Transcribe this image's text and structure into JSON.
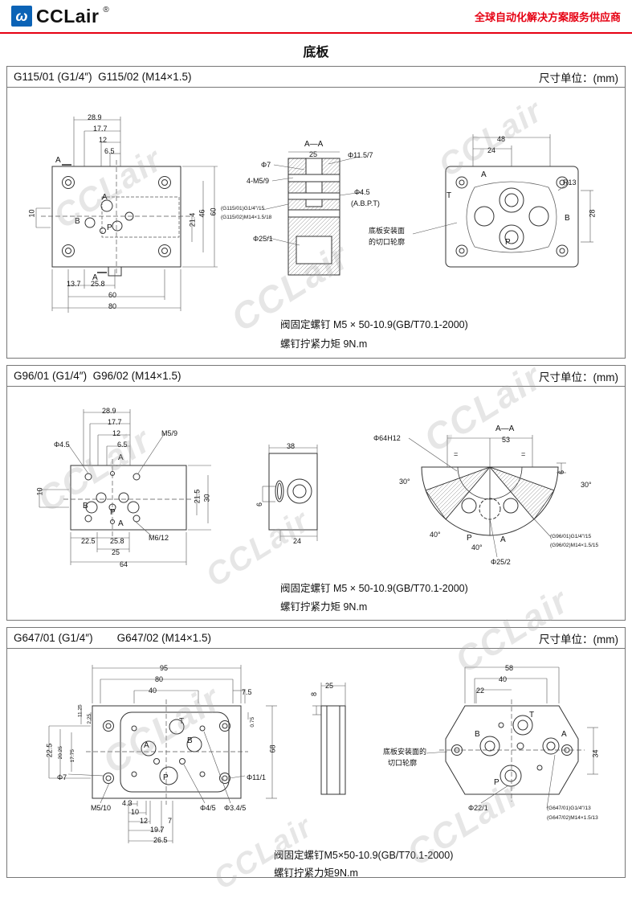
{
  "header": {
    "brand": "CCLair",
    "brand_reg": "®",
    "tagline": "全球自动化解决方案服务供应商"
  },
  "page": {
    "title": "底板"
  },
  "watermark": "CCLair",
  "sections": [
    {
      "title": "G115/01 (G1/4″)  G115/02 (M14×1.5)",
      "unit": "尺寸单位：(mm)",
      "note1": "阀固定螺钉 M5 × 50-10.9(GB/T70.1-2000)",
      "note2": "螺钉拧紧力矩 9N.m",
      "labels": [
        "28.9",
        "17.7",
        "12",
        "6.5",
        "A",
        "A",
        "B",
        "P",
        "A",
        "10",
        "21.4",
        "46",
        "60",
        "13.7",
        "25.8",
        "60",
        "80",
        "A—A",
        "25",
        "Φ7",
        "4-M5/9",
        "Φ11.5/7",
        "Φ4.5",
        "(A.B.P.T)",
        "(G115/01)G1/4″/15",
        "(G115/02)M14×1.5/18",
        "Φ25/1",
        "48",
        "24",
        "A",
        "T",
        "R13",
        "B",
        "P",
        "28",
        "底板安装面",
        "的切口轮廓"
      ]
    },
    {
      "title": "G96/01 (G1/4″)  G96/02 (M14×1.5)",
      "unit": "尺寸单位：(mm)",
      "note1": "阀固定螺钉 M5 × 50-10.9(GB/T70.1-2000)",
      "note2": "螺钉拧紧力矩 9N.m",
      "labels": [
        "28.9",
        "17.7",
        "12",
        "M5/9",
        "6.5",
        "Φ4.5",
        "A",
        "B",
        "P",
        "A",
        "10",
        "21.5",
        "30",
        "22.5",
        "25.8",
        "M6/12",
        "25",
        "64",
        "38",
        "6",
        "24",
        "A—A",
        "53",
        "Φ64H12",
        "=",
        "=",
        "6",
        "30°",
        "30°",
        "40°",
        "40°",
        "P",
        "A",
        "(G96/01)G1/4″/15",
        "(G96/02)M14×1.5/15",
        "Φ25/2"
      ]
    },
    {
      "title": "G647/01 (G1/4″)        G647/02 (M14×1.5)",
      "unit": "尺寸单位：(mm)",
      "note1": "阀固定螺钉M5×50-10.9(GB/T70.1-2000)",
      "note2": "螺钉拧紧力矩9N.m",
      "labels": [
        "95",
        "80",
        "40",
        "7.5",
        "11.25",
        "2.25",
        "0.75",
        "22.5",
        "20.25",
        "17.75",
        "T",
        "A",
        "B",
        "P",
        "Φ7",
        "Φ11/1",
        "68",
        "M5/10",
        "4.3",
        "10",
        "12",
        "19.7",
        "7",
        "26.5",
        "Φ4/5",
        "Φ3.4/5",
        "25",
        "8",
        "58",
        "40",
        "22",
        "T",
        "B",
        "A",
        "P",
        "34",
        "Φ22/1",
        "底板安装面的",
        "切口轮廓",
        "(G647/01)G1/4″/13",
        "(G647/02)M14×1.5/13"
      ]
    }
  ]
}
